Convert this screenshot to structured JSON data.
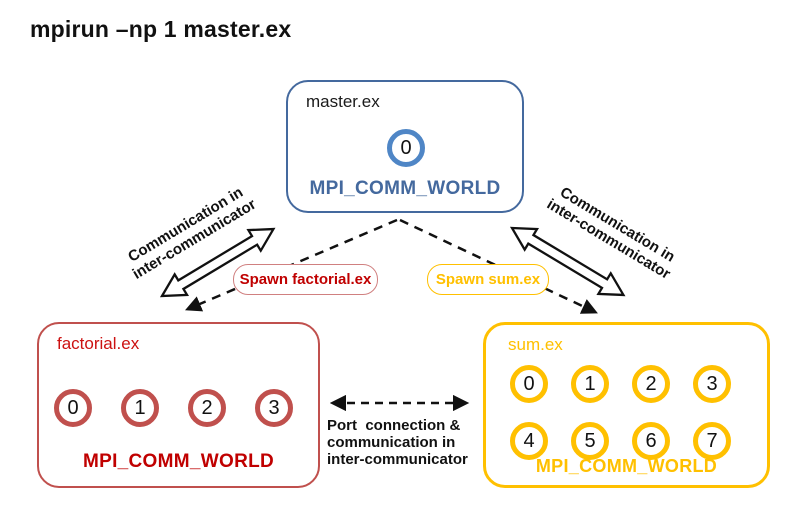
{
  "title": "mpirun –np 1 master.ex",
  "colors": {
    "blue_border": "#44699E",
    "blue_ring": "#4F86C6",
    "red_border": "#C0504D",
    "red_text": "#C00000",
    "yellow": "#FFC000",
    "arrow_black": "#111111"
  },
  "master": {
    "name": "master.ex",
    "comm": "MPI_COMM_WORLD",
    "ranks": [
      "0"
    ]
  },
  "factorial": {
    "name": "factorial.ex",
    "comm": "MPI_COMM_WORLD",
    "ranks": [
      "0",
      "1",
      "2",
      "3"
    ]
  },
  "sum": {
    "name": "sum.ex",
    "comm": "MPI_COMM_WORLD",
    "ranks": [
      "0",
      "1",
      "2",
      "3",
      "4",
      "5",
      "6",
      "7"
    ]
  },
  "labels": {
    "spawn_factorial": "Spawn factorial.ex",
    "spawn_sum": "Spawn sum.ex",
    "comm_inter": [
      "Communication in",
      "inter-communicator"
    ],
    "port": [
      "Port  connection &",
      "communication in",
      "inter-communicator"
    ]
  }
}
